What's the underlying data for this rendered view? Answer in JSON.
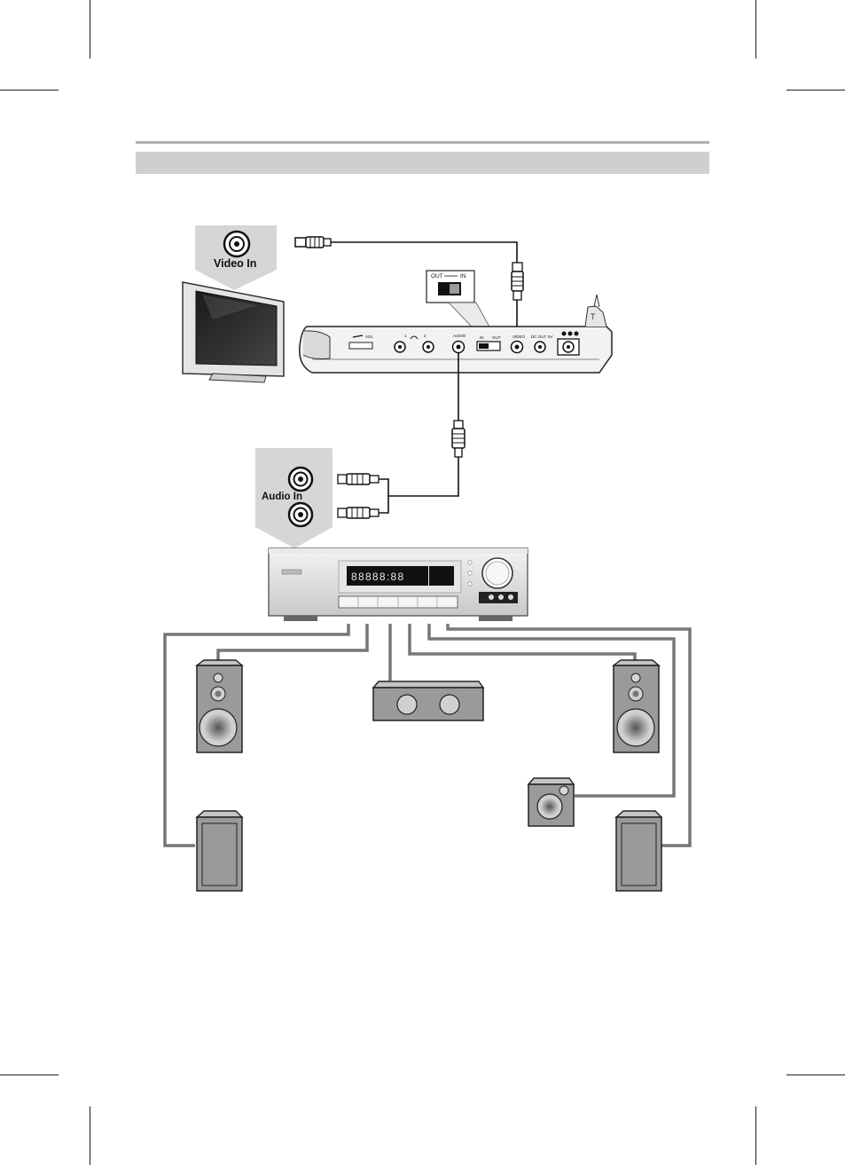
{
  "labels": {
    "video_in": "Video In",
    "audio_in": "Audio In"
  },
  "dvd_panel": {
    "switch_out": "OUT",
    "switch_in": "IN",
    "vol": "VOL",
    "audio": "AUDIO",
    "video": "VIDEO",
    "dc_out": "DC OUT",
    "dc_out_v": "5V",
    "phones_1": "1",
    "phones_2": "2",
    "sw_in": "IN",
    "sw_out": "OUT"
  },
  "receiver": {
    "display_text": "88888:88"
  },
  "colors": {
    "cable": "#111111",
    "speaker_wire": "#777777",
    "panel_gray": "#d9d9d9",
    "speaker_fill": "#9a9a9a"
  }
}
